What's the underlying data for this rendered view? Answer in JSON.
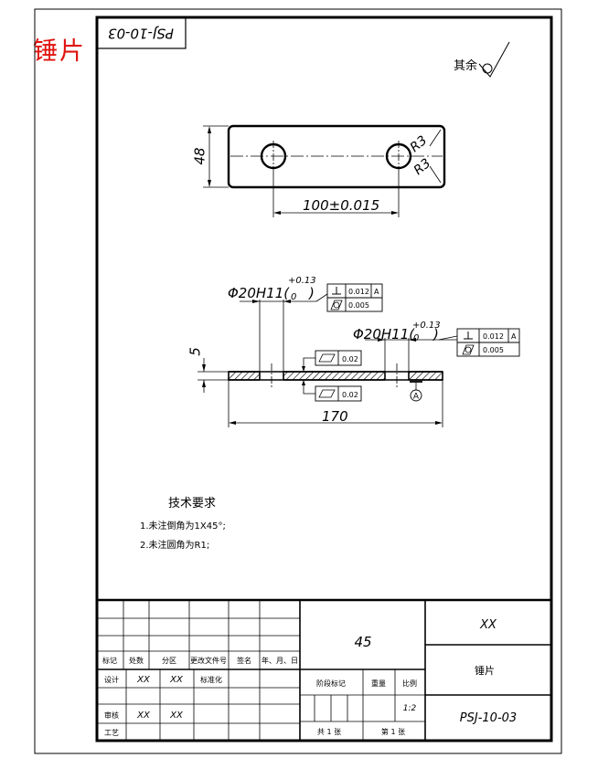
{
  "corner_label": "锤片",
  "drawing_no_rotated": "PSJ-10-03",
  "roughness_note": "其余",
  "dims": {
    "height": "48",
    "radius_1": "R3",
    "radius_2": "R3",
    "spacing": "100",
    "spacing_tol": "±0.015",
    "hole_1": "Φ20H11(",
    "hole_1_upper": "+0.13",
    "hole_1_lower": "0",
    "hole_1_close": ")",
    "hole_2": "Φ20H11(",
    "hole_2_upper": "+0.13",
    "hole_2_lower": "0",
    "hole_2_close": ")",
    "thickness": "5",
    "length": "170"
  },
  "tolerance_frames": {
    "left_perp": "0.012",
    "left_perp_datum": "A",
    "left_cyl": "0.005",
    "right_perp": "0.012",
    "right_perp_datum": "A",
    "right_cyl": "0.005",
    "flat_top": "0.02",
    "flat_bottom": "0.02",
    "datum": "A"
  },
  "notes": {
    "title": "技术要求",
    "items": [
      "1.未注倒角为1X45°;",
      "2.未注圆角为R1;"
    ]
  },
  "title_block": {
    "col_mark": "标记",
    "col_count": "处数",
    "col_zone": "分区",
    "col_doc": "更改文件号",
    "col_sign": "签名",
    "col_date": "年、月、日",
    "design": "设计",
    "design_name1": "XX",
    "design_name2": "XX",
    "standardize": "标准化",
    "review": "审核",
    "review_name1": "XX",
    "review_name2": "XX",
    "process": "工艺",
    "material": "45",
    "stage_mark": "阶段标记",
    "weight": "重量",
    "scale": "比例",
    "scale_value": "1:2",
    "sheets_total": "共 1 张",
    "sheet_no": "第 1 张",
    "company": "XX",
    "part_name": "锤片",
    "drawing_no": "PSJ-10-03"
  }
}
